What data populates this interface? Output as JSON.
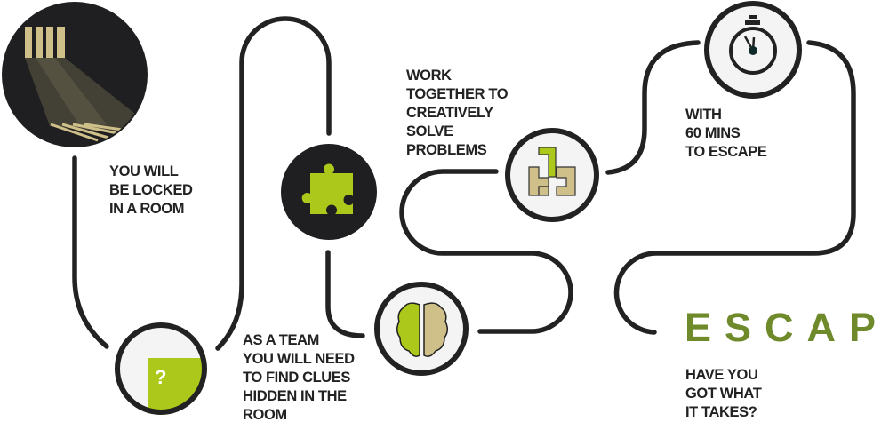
{
  "steps": {
    "locked": [
      "YOU WILL",
      "BE LOCKED",
      "IN A ROOM"
    ],
    "team": [
      "AS A TEAM",
      "YOU WILL NEED",
      "TO FIND CLUES",
      "HIDDEN IN THE",
      "ROOM"
    ],
    "work": [
      "WORK",
      "TOGETHER TO",
      "CREATIVELY",
      "SOLVE",
      "PROBLEMS"
    ],
    "time": [
      "WITH",
      "60 MINS",
      "TO ESCAPE"
    ],
    "question": [
      "HAVE YOU",
      "GOT WHAT",
      "IT TAKES?"
    ]
  },
  "escape_title": "ESCAPE",
  "clue_mark": "?",
  "icons": [
    "prison-window-icon",
    "clue-question-icon",
    "puzzle-piece-icon",
    "brain-icon",
    "tetris-blocks-icon",
    "stopwatch-icon"
  ],
  "colors": {
    "line": "#222222",
    "green": "#acc81a",
    "olive": "#6e8a2a",
    "tan": "#cfc08a",
    "dark": "#1f1f21",
    "light": "#f4f4f4"
  }
}
